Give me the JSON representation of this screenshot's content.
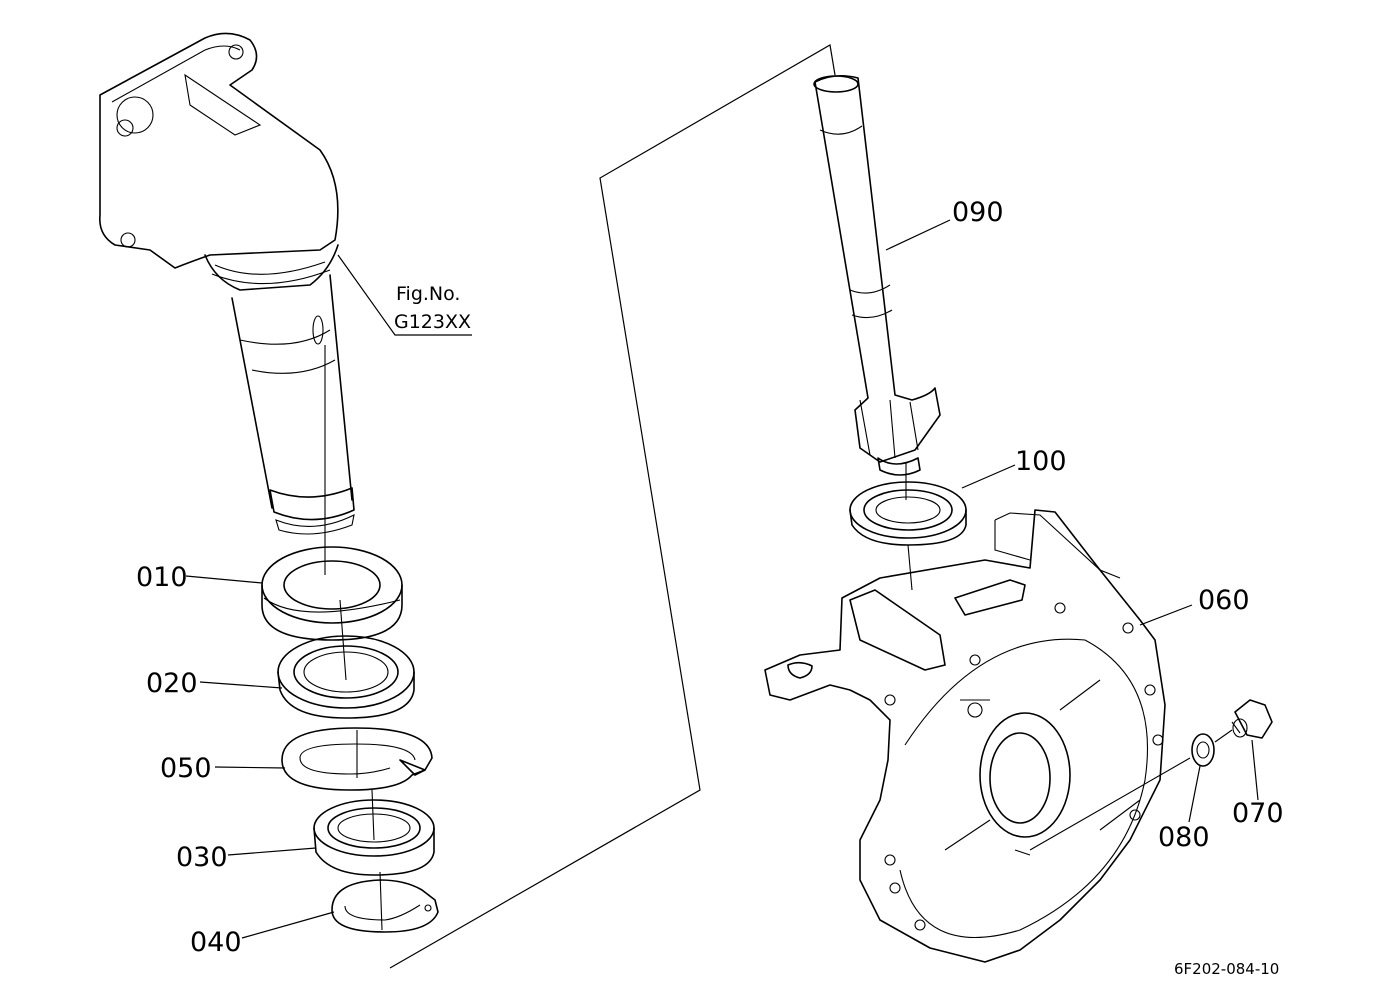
{
  "labels": {
    "p010": "010",
    "p020": "020",
    "p050": "050",
    "p030": "030",
    "p040": "040",
    "p090": "090",
    "p100": "100",
    "p060": "060",
    "p080": "080",
    "p070": "070"
  },
  "figure_ref": {
    "line1": "Fig.No.",
    "line2": "G123XX"
  },
  "drawing_code": "6F202-084-10"
}
